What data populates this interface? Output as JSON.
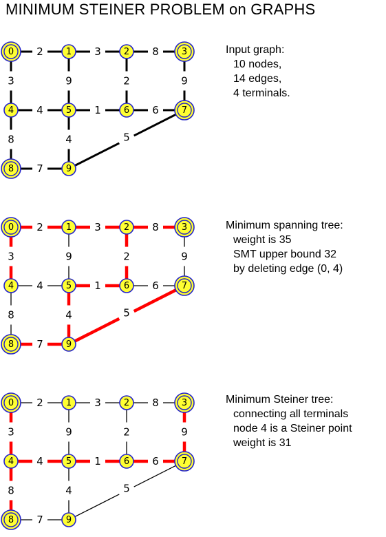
{
  "title": "MINIMUM STEINER PROBLEM on GRAPHS",
  "colors": {
    "node_fill": "#ffff33",
    "node_ring": "#2222cc",
    "highlight": "#ff0000",
    "edge": "#000000"
  },
  "graph": {
    "nodes": [
      {
        "id": 0,
        "label": "0",
        "terminal": true
      },
      {
        "id": 1,
        "label": "1",
        "terminal": false
      },
      {
        "id": 2,
        "label": "2",
        "terminal": false
      },
      {
        "id": 3,
        "label": "3",
        "terminal": true
      },
      {
        "id": 4,
        "label": "4",
        "terminal": false
      },
      {
        "id": 5,
        "label": "5",
        "terminal": false
      },
      {
        "id": 6,
        "label": "6",
        "terminal": false
      },
      {
        "id": 7,
        "label": "7",
        "terminal": true
      },
      {
        "id": 8,
        "label": "8",
        "terminal": true
      },
      {
        "id": 9,
        "label": "9",
        "terminal": false
      }
    ],
    "edges": [
      {
        "u": 0,
        "v": 1,
        "w": "2"
      },
      {
        "u": 1,
        "v": 2,
        "w": "3"
      },
      {
        "u": 2,
        "v": 3,
        "w": "8"
      },
      {
        "u": 0,
        "v": 4,
        "w": "3"
      },
      {
        "u": 1,
        "v": 5,
        "w": "9"
      },
      {
        "u": 2,
        "v": 6,
        "w": "2"
      },
      {
        "u": 3,
        "v": 7,
        "w": "9"
      },
      {
        "u": 4,
        "v": 5,
        "w": "4"
      },
      {
        "u": 5,
        "v": 6,
        "w": "1"
      },
      {
        "u": 6,
        "v": 7,
        "w": "6"
      },
      {
        "u": 4,
        "v": 8,
        "w": "8"
      },
      {
        "u": 5,
        "v": 9,
        "w": "4"
      },
      {
        "u": 8,
        "v": 9,
        "w": "7"
      },
      {
        "u": 9,
        "v": 7,
        "w": "5"
      }
    ]
  },
  "panels": [
    {
      "mode": "input",
      "caption": [
        "Input graph:",
        "10 nodes,",
        "14 edges,",
        "4 terminals."
      ],
      "highlighted_edges": []
    },
    {
      "mode": "mst",
      "caption": [
        "Minimum spanning tree:",
        "weight is 35",
        "SMT upper bound 32",
        "by deleting edge (0, 4)"
      ],
      "highlighted_edges": [
        [
          0,
          1
        ],
        [
          1,
          2
        ],
        [
          2,
          3
        ],
        [
          0,
          4
        ],
        [
          2,
          6
        ],
        [
          5,
          6
        ],
        [
          5,
          9
        ],
        [
          8,
          9
        ],
        [
          9,
          7
        ]
      ]
    },
    {
      "mode": "steiner",
      "caption": [
        "Minimum Steiner tree:",
        "connecting all terminals",
        "node 4 is a Steiner point",
        "weight is 31"
      ],
      "highlighted_edges": [
        [
          3,
          7
        ],
        [
          4,
          5
        ],
        [
          5,
          6
        ],
        [
          6,
          7
        ],
        [
          0,
          4
        ],
        [
          4,
          8
        ]
      ]
    }
  ]
}
